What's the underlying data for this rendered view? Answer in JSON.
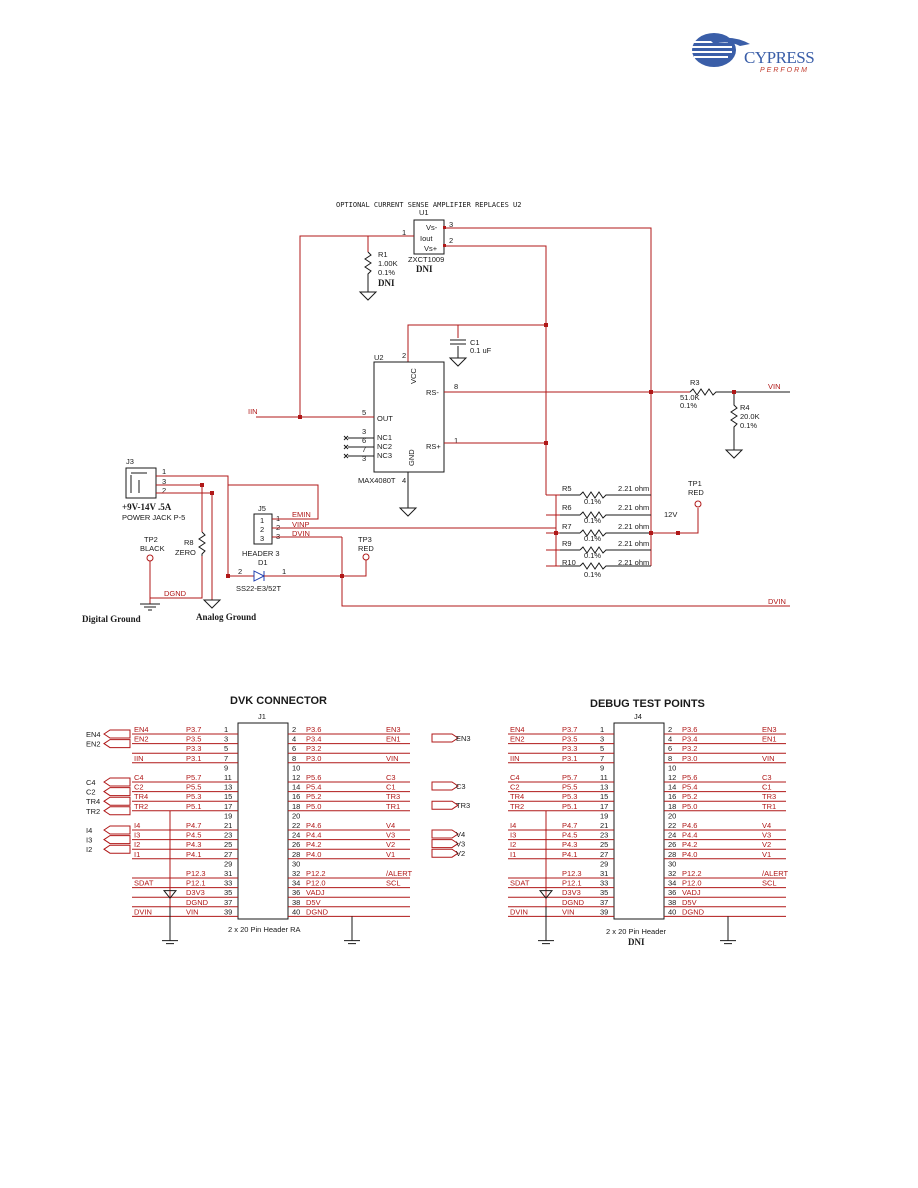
{
  "logo": {
    "brand": "CYPRESS",
    "tagline": "PERFORM"
  },
  "top": {
    "note": "OPTIONAL CURRENT SENSE AMPLIFIER REPLACES U2",
    "u1": {
      "ref": "U1",
      "part": "ZXCT1009",
      "dni": "DNI",
      "pins": [
        "Vs-",
        "Iout",
        "Vs+"
      ],
      "nums": [
        "1",
        "2",
        "3"
      ]
    },
    "r1": {
      "ref": "R1",
      "value": "1.00K",
      "tol": "0.1%",
      "dni": "DNI"
    },
    "c1": {
      "ref": "C1",
      "value": "0.1 uF"
    },
    "u2": {
      "ref": "U2",
      "part": "MAX4080T",
      "vcc": "VCC",
      "rsm": "RS-",
      "rsp": "RS+",
      "gnd": "GND",
      "out": "OUT",
      "nc1": "NC1",
      "nc2": "NC2",
      "nc3": "NC3"
    },
    "r3": {
      "ref": "R3",
      "value": "51.0K",
      "tol": "0.1%"
    },
    "r4": {
      "ref": "R4",
      "value": "20.0K",
      "tol": "0.1%"
    },
    "vin": "VIN",
    "iin": "IIN",
    "j3": {
      "ref": "J3",
      "desc1": "+9V-14V .5A",
      "desc2": "POWER JACK P-5"
    },
    "j5": {
      "ref": "J5",
      "name": "HEADER 3",
      "nets": [
        "EMIN",
        "VINP",
        "DVIN"
      ]
    },
    "d1": {
      "ref": "D1",
      "part": "SS22-E3/52T"
    },
    "tp1": {
      "ref": "TP1",
      "color": "RED"
    },
    "tp2": {
      "ref": "TP2",
      "color": "BLACK"
    },
    "tp3": {
      "ref": "TP3",
      "color": "RED"
    },
    "r8": {
      "ref": "R8",
      "value": "ZERO"
    },
    "shunts": [
      {
        "ref": "R5",
        "value": "2.21 ohm",
        "tol": "0.1%"
      },
      {
        "ref": "R6",
        "value": "2.21 ohm",
        "tol": "0.1%"
      },
      {
        "ref": "R7",
        "value": "2.21 ohm",
        "tol": "0.1%"
      },
      {
        "ref": "R9",
        "value": "2.21 ohm",
        "tol": "0.1%"
      },
      {
        "ref": "R10",
        "value": "2.21 ohm",
        "tol": "0.1%"
      }
    ],
    "v12": "12V",
    "dgnd": "DGND",
    "dvin": "DVIN",
    "digital_ground": "Digital Ground",
    "analog_ground": "Analog Ground"
  },
  "dvk": {
    "title": "DVK CONNECTOR",
    "ref": "J1",
    "caption": "2 x 20 Pin Header RA",
    "left": [
      [
        "EN4",
        "P3.7",
        "1"
      ],
      [
        "EN2",
        "P3.5",
        "3"
      ],
      [
        "",
        "P3.3",
        "5"
      ],
      [
        "IIN",
        "P3.1",
        "7"
      ],
      [
        "",
        "",
        "9"
      ],
      [
        "C4",
        "P5.7",
        "11"
      ],
      [
        "C2",
        "P5.5",
        "13"
      ],
      [
        "TR4",
        "P5.3",
        "15"
      ],
      [
        "TR2",
        "P5.1",
        "17"
      ],
      [
        "",
        "",
        "19"
      ],
      [
        "I4",
        "P4.7",
        "21"
      ],
      [
        "I3",
        "P4.5",
        "23"
      ],
      [
        "I2",
        "P4.3",
        "25"
      ],
      [
        "I1",
        "P4.1",
        "27"
      ],
      [
        "",
        "",
        "29"
      ],
      [
        "",
        "P12.3",
        "31"
      ],
      [
        "SDAT",
        "P12.1",
        "33"
      ],
      [
        "",
        "D3V3",
        "35"
      ],
      [
        "",
        "DGND",
        "37"
      ],
      [
        "DVIN",
        "VIN",
        "39"
      ]
    ],
    "right": [
      [
        "2",
        "P3.6",
        "EN3"
      ],
      [
        "4",
        "P3.4",
        "EN1"
      ],
      [
        "6",
        "P3.2",
        ""
      ],
      [
        "8",
        "P3.0",
        "VIN"
      ],
      [
        "10",
        "",
        ""
      ],
      [
        "12",
        "P5.6",
        "C3"
      ],
      [
        "14",
        "P5.4",
        "C1"
      ],
      [
        "16",
        "P5.2",
        "TR3"
      ],
      [
        "18",
        "P5.0",
        "TR1"
      ],
      [
        "20",
        "",
        ""
      ],
      [
        "22",
        "P4.6",
        "V4"
      ],
      [
        "24",
        "P4.4",
        "V3"
      ],
      [
        "26",
        "P4.2",
        "V2"
      ],
      [
        "28",
        "P4.0",
        "V1"
      ],
      [
        "30",
        "",
        ""
      ],
      [
        "32",
        "P12.2",
        "/ALERT"
      ],
      [
        "34",
        "P12.0",
        "SCL"
      ],
      [
        "36",
        "VADJ",
        ""
      ],
      [
        "38",
        "D5V",
        ""
      ],
      [
        "40",
        "DGND",
        ""
      ]
    ],
    "ext_left": [
      "EN4",
      "EN2",
      "C4",
      "C2",
      "TR4",
      "TR2",
      "I4",
      "I3",
      "I2"
    ],
    "ext_right": [
      "EN3",
      "C3",
      "TR3",
      "V4",
      "V3",
      "V2"
    ]
  },
  "debug": {
    "title": "DEBUG TEST POINTS",
    "ref": "J4",
    "caption": "2 x 20 Pin Header",
    "dni": "DNI",
    "left": [
      [
        "EN4",
        "P3.7",
        "1"
      ],
      [
        "EN2",
        "P3.5",
        "3"
      ],
      [
        "",
        "P3.3",
        "5"
      ],
      [
        "IIN",
        "P3.1",
        "7"
      ],
      [
        "",
        "",
        "9"
      ],
      [
        "C4",
        "P5.7",
        "11"
      ],
      [
        "C2",
        "P5.5",
        "13"
      ],
      [
        "TR4",
        "P5.3",
        "15"
      ],
      [
        "TR2",
        "P5.1",
        "17"
      ],
      [
        "",
        "",
        "19"
      ],
      [
        "I4",
        "P4.7",
        "21"
      ],
      [
        "I3",
        "P4.5",
        "23"
      ],
      [
        "I2",
        "P4.3",
        "25"
      ],
      [
        "I1",
        "P4.1",
        "27"
      ],
      [
        "",
        "",
        "29"
      ],
      [
        "",
        "P12.3",
        "31"
      ],
      [
        "SDAT",
        "P12.1",
        "33"
      ],
      [
        "",
        "D3V3",
        "35"
      ],
      [
        "",
        "DGND",
        "37"
      ],
      [
        "DVIN",
        "VIN",
        "39"
      ]
    ],
    "right": [
      [
        "2",
        "P3.6",
        "EN3"
      ],
      [
        "4",
        "P3.4",
        "EN1"
      ],
      [
        "6",
        "P3.2",
        ""
      ],
      [
        "8",
        "P3.0",
        "VIN"
      ],
      [
        "10",
        "",
        ""
      ],
      [
        "12",
        "P5.6",
        "C3"
      ],
      [
        "14",
        "P5.4",
        "C1"
      ],
      [
        "16",
        "P5.2",
        "TR3"
      ],
      [
        "18",
        "P5.0",
        "TR1"
      ],
      [
        "20",
        "",
        ""
      ],
      [
        "22",
        "P4.6",
        "V4"
      ],
      [
        "24",
        "P4.4",
        "V3"
      ],
      [
        "26",
        "P4.2",
        "V2"
      ],
      [
        "28",
        "P4.0",
        "V1"
      ],
      [
        "30",
        "",
        ""
      ],
      [
        "32",
        "P12.2",
        "/ALERT"
      ],
      [
        "34",
        "P12.0",
        "SCL"
      ],
      [
        "36",
        "VADJ",
        ""
      ],
      [
        "38",
        "D5V",
        ""
      ],
      [
        "40",
        "DGND",
        ""
      ]
    ]
  }
}
